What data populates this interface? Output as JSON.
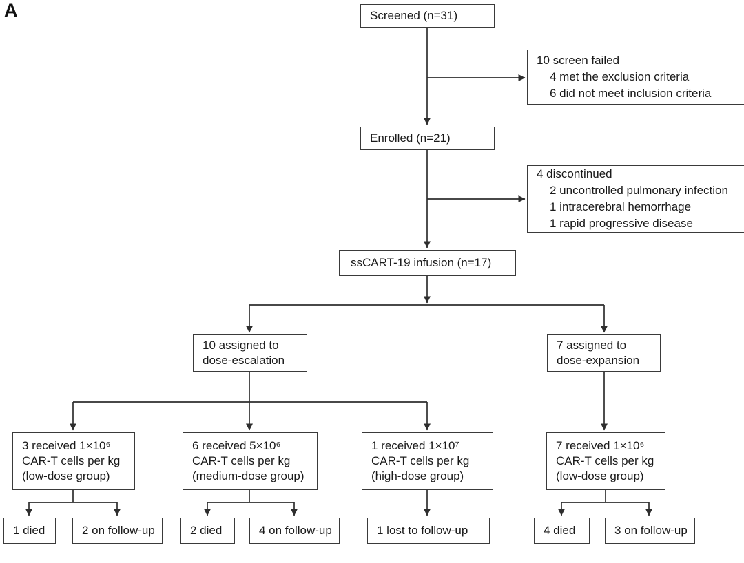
{
  "panel_label": "A",
  "flowchart": {
    "screened": {
      "label": "Screened (n=31)"
    },
    "screen_failed": {
      "lines": [
        "10 screen failed",
        "4 met the exclusion criteria",
        "6 did not meet inclusion criteria"
      ]
    },
    "enrolled": {
      "label": "Enrolled (n=21)"
    },
    "discontinued": {
      "lines": [
        "4 discontinued",
        "2 uncontrolled pulmonary infection",
        "1 intracerebral hemorrhage",
        "1 rapid progressive disease"
      ]
    },
    "infusion": {
      "label": "ssCART-19 infusion (n=17)"
    },
    "dose_escalation": {
      "lines": [
        "10 assigned to",
        "dose-escalation"
      ]
    },
    "dose_expansion": {
      "lines": [
        "7 assigned to",
        "dose-expansion"
      ]
    },
    "low_dose": {
      "lines": [
        "3 received 1×10⁶",
        "CAR-T cells per kg",
        "(low-dose group)"
      ]
    },
    "medium_dose": {
      "lines": [
        "6 received 5×10⁶",
        "CAR-T cells per kg",
        "(medium-dose group)"
      ]
    },
    "high_dose": {
      "lines": [
        "1 received 1×10⁷",
        "CAR-T cells per kg",
        "(high-dose group)"
      ]
    },
    "expansion_low_dose": {
      "lines": [
        "7 received 1×10⁶",
        "CAR-T cells per kg",
        "(low-dose group)"
      ]
    },
    "outcomes": {
      "low_died": "1 died",
      "low_followup": "2 on follow-up",
      "medium_died": "2 died",
      "medium_followup": "4 on follow-up",
      "high_lost": "1 lost to follow-up",
      "expansion_died": "4 died",
      "expansion_followup": "3 on follow-up"
    },
    "colors": {
      "box_border": "#3a3a3a",
      "connector_line": "#2e2e2e",
      "text": "#1a1a1a",
      "background": "#ffffff"
    }
  }
}
